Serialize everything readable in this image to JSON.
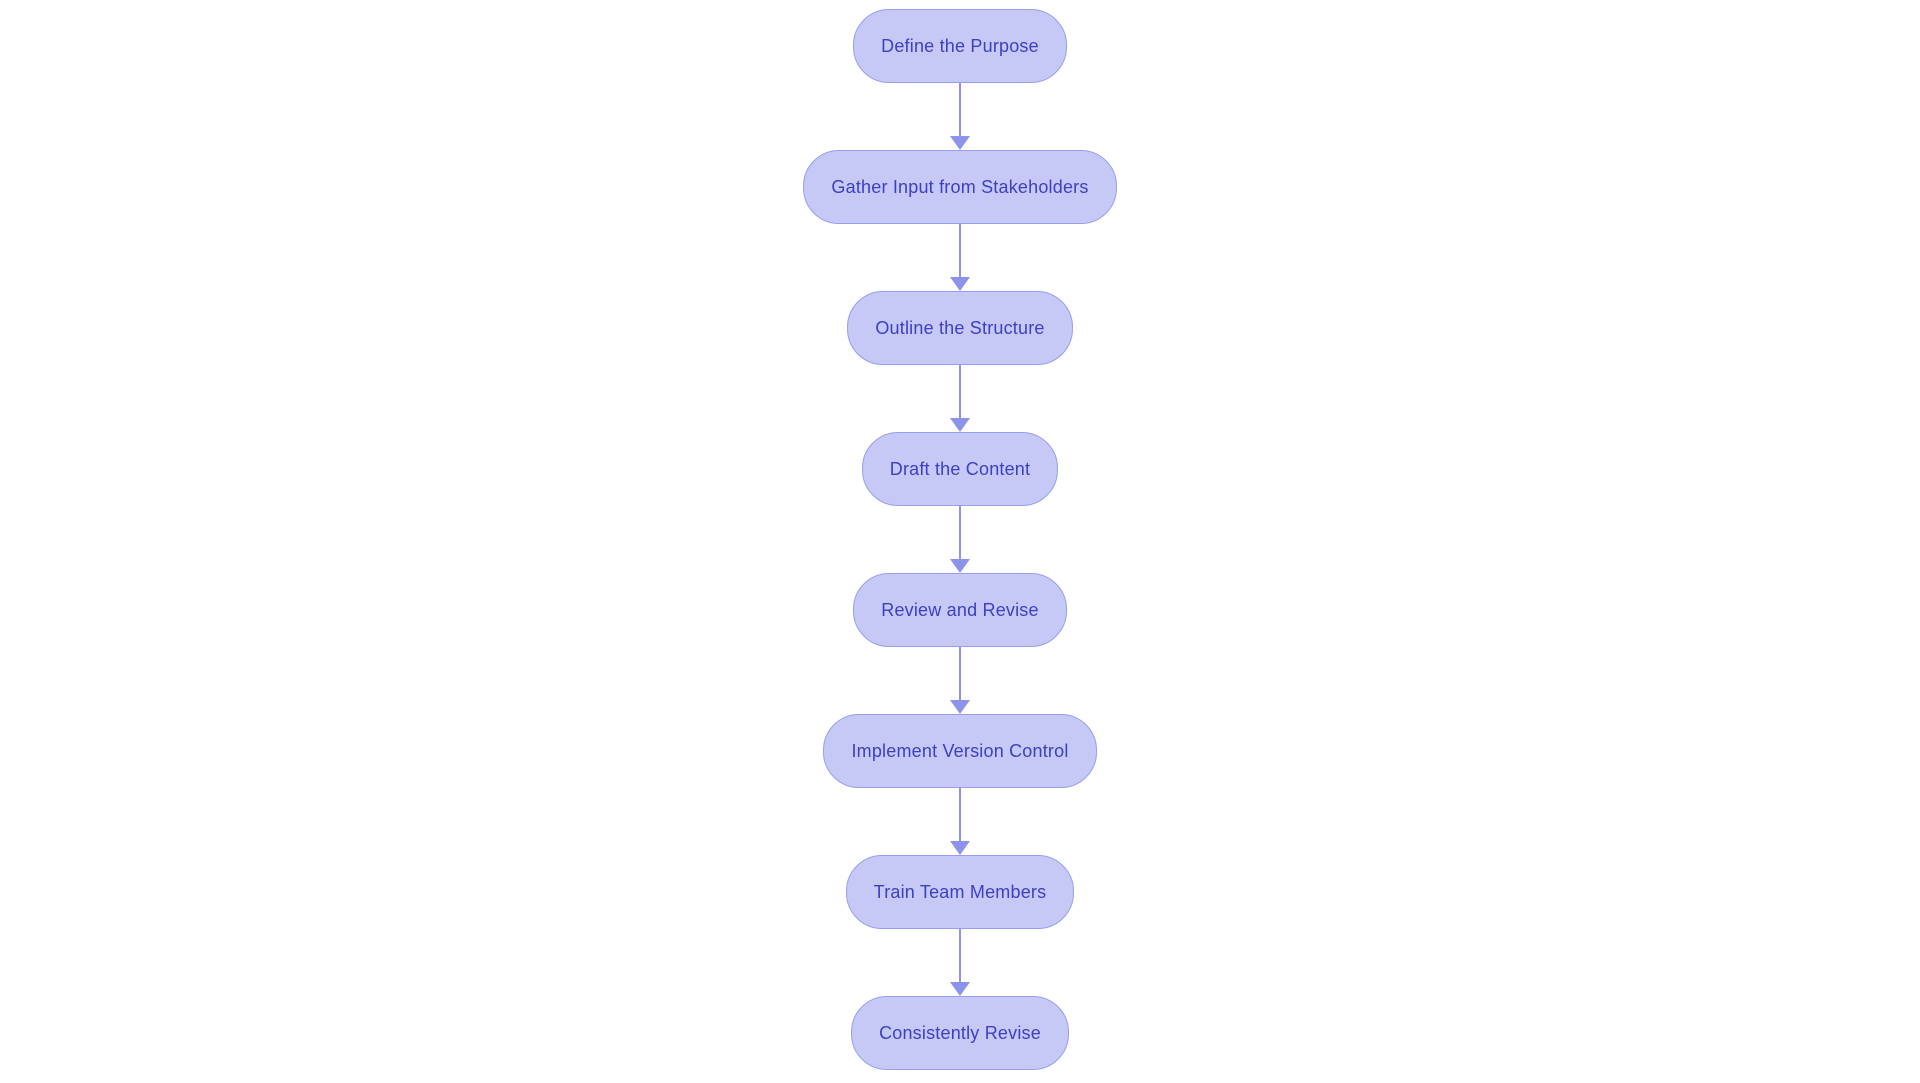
{
  "diagram": {
    "type": "flowchart",
    "direction": "top-down",
    "nodes": [
      {
        "id": 1,
        "label": "Define the Purpose"
      },
      {
        "id": 2,
        "label": "Gather Input from Stakeholders"
      },
      {
        "id": 3,
        "label": "Outline the Structure"
      },
      {
        "id": 4,
        "label": "Draft the Content"
      },
      {
        "id": 5,
        "label": "Review and Revise"
      },
      {
        "id": 6,
        "label": "Implement Version Control"
      },
      {
        "id": 7,
        "label": "Train Team Members"
      },
      {
        "id": 8,
        "label": "Consistently Revise"
      }
    ],
    "edges": [
      {
        "from": 1,
        "to": 2
      },
      {
        "from": 2,
        "to": 3
      },
      {
        "from": 3,
        "to": 4
      },
      {
        "from": 4,
        "to": 5
      },
      {
        "from": 5,
        "to": 6
      },
      {
        "from": 6,
        "to": 7
      },
      {
        "from": 7,
        "to": 8
      }
    ],
    "colors": {
      "background": "#ffffff",
      "node_fill": "#c6c9f6",
      "node_border": "#989eec",
      "node_text": "#3d3fc4",
      "arrow": "#8d93ea"
    }
  }
}
